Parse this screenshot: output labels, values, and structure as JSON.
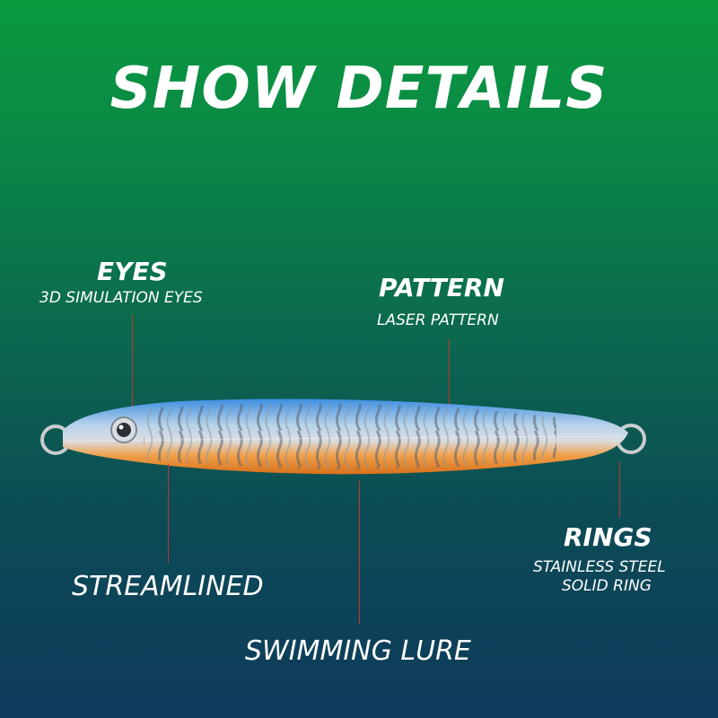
{
  "title": "SHOW DETAILS",
  "callouts": {
    "eyes": {
      "heading": "EYES",
      "description": "3D SIMULATION EYES"
    },
    "pattern": {
      "heading": "PATTERN",
      "description": "LASER PATTERN"
    },
    "rings": {
      "heading": "RINGS",
      "description_line1": "STAINLESS STEEL",
      "description_line2": "SOLID RING"
    },
    "streamlined": {
      "heading": "STREAMLINED"
    },
    "swimming": {
      "heading": "SWIMMING LURE"
    }
  },
  "colors": {
    "leader_line": "#c0392b",
    "lure_top": "#2f7fd0",
    "lure_belly": "#e8892a"
  }
}
